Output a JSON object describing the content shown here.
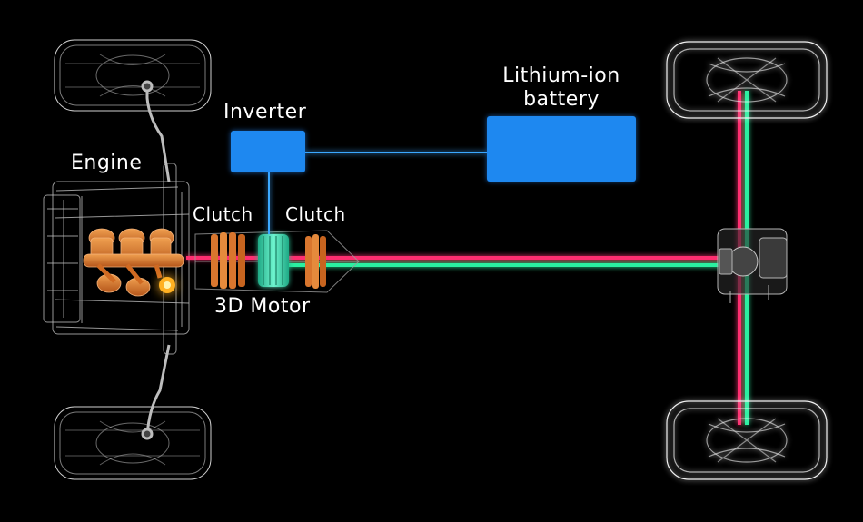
{
  "labels": {
    "engine": "Engine",
    "inverter": "Inverter",
    "battery_line1": "Lithium-ion",
    "battery_line2": "battery",
    "clutch_left": "Clutch",
    "clutch_right": "Clutch",
    "motor": "3D Motor"
  },
  "colors": {
    "background": "#000000",
    "component_box": "#1e88f0",
    "power_flow_red": "#ff2d6f",
    "power_flow_green": "#2bf0a0",
    "engine_parts": "#e07a2a",
    "clutch_plates": "#d9762e",
    "motor": "#2fd6a6",
    "wireframe": "#d8d8d8"
  }
}
